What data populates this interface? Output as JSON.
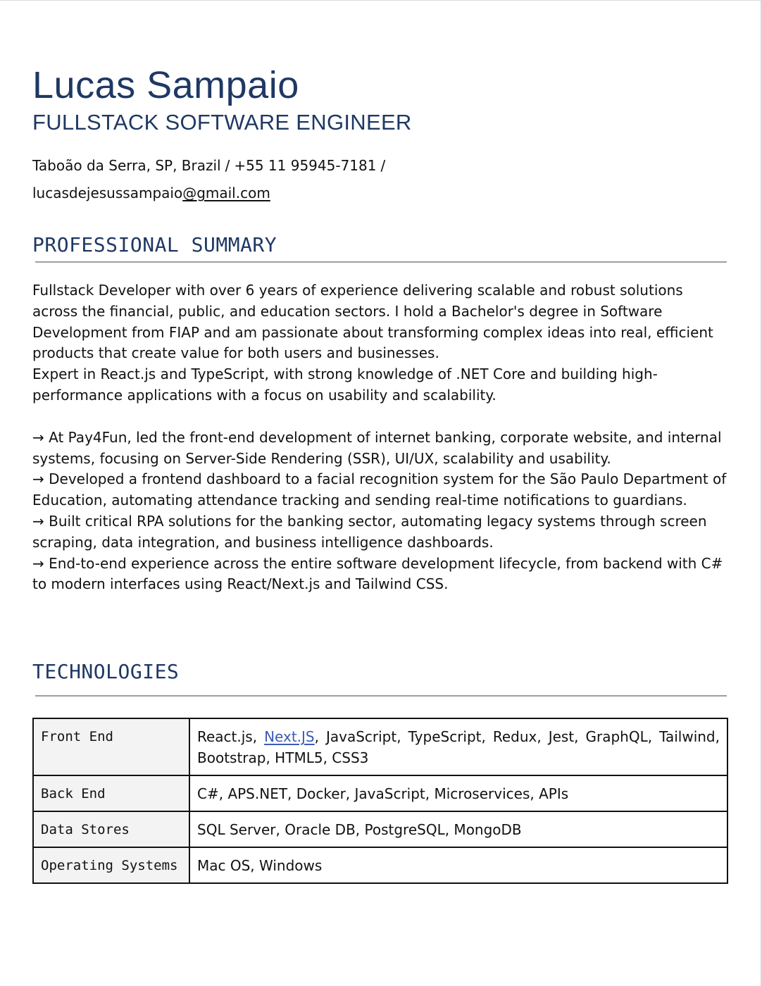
{
  "header": {
    "name": "Lucas Sampaio",
    "role": "FULLSTACK SOFTWARE ENGINEER",
    "location": "Taboão da Serra, SP, Brazil",
    "separator": "/",
    "phone": "+55 11 95945-7181",
    "email_user": "lucasdejesussampaio",
    "email_domain": "@gmail.com"
  },
  "summary": {
    "title": "PROFESSIONAL SUMMARY",
    "paragraph1": "Fullstack Developer with over 6 years of experience delivering scalable and robust solutions across the financial, public, and education sectors. I hold a Bachelor's degree in Software Development from FIAP and am passionate about transforming complex ideas into real, efficient products that create value for both users and businesses.",
    "paragraph2": "Expert in React.js and TypeScript, with strong knowledge of .NET Core and building high-performance applications with a focus on usability and scalability.",
    "bullets": [
      "→ At Pay4Fun, led the front-end development of internet banking, corporate website, and internal systems, focusing on Server-Side Rendering (SSR), UI/UX, scalability and usability.",
      "→ Developed a frontend dashboard to a facial recognition system for the São Paulo Department of Education, automating attendance tracking and sending real-time notifications to guardians.",
      "→ Built critical RPA solutions for the banking sector, automating legacy systems through screen scraping, data integration, and business intelligence dashboards.",
      "→ End-to-end experience across the entire software development lifecycle, from backend with C# to modern interfaces using React/Next.js and Tailwind CSS."
    ]
  },
  "technologies": {
    "title": "TECHNOLOGIES",
    "rows": [
      {
        "category": "Front End",
        "before_link": "React.js, ",
        "link": "Next.JS",
        "after_link": ", JavaScript, TypeScript, Redux, Jest, GraphQL, Tailwind, Bootstrap, HTML5, CSS3"
      },
      {
        "category": "Back End",
        "items": "C#, APS.NET, Docker, JavaScript, Microservices, APIs"
      },
      {
        "category": "Data Stores",
        "items": "SQL Server, Oracle DB, PostgreSQL, MongoDB"
      },
      {
        "category": "Operating Systems",
        "items": "Mac OS, Windows"
      }
    ]
  },
  "colors": {
    "heading": "#1f3864",
    "link": "#3b5bb5",
    "rule": "#9e9e9e",
    "category_bg": "#f3f3f3"
  }
}
